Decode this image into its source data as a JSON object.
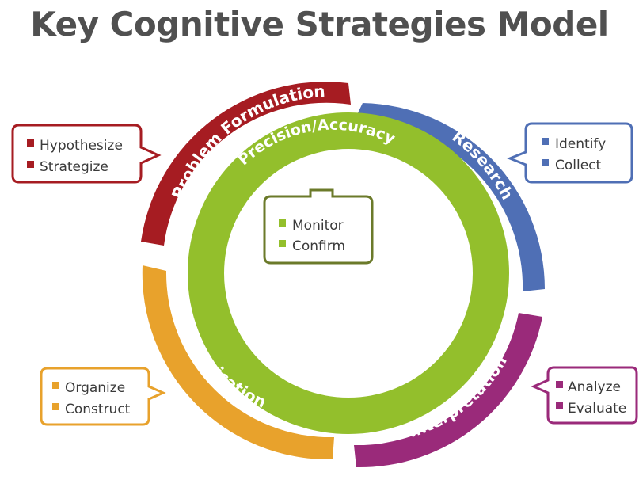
{
  "title": "Key Cognitive Strategies Model",
  "colors": {
    "problem_formulation": "#a61c22",
    "research": "#4f6fb5",
    "interpretation": "#9a2a7a",
    "communication": "#e8a22c",
    "precision": "#93bf2c",
    "text": "#3a3a3a"
  },
  "segments": {
    "problem_formulation": "Problem Formulation",
    "research": "Research",
    "interpretation": "Interpretation",
    "communication": "Communication",
    "precision": "Precision/Accuracy"
  },
  "callouts": {
    "problem_formulation": [
      "Hypothesize",
      "Strategize"
    ],
    "research": [
      "Identify",
      "Collect"
    ],
    "interpretation": [
      "Analyze",
      "Evaluate"
    ],
    "communication": [
      "Organize",
      "Construct"
    ],
    "precision": [
      "Monitor",
      "Confirm"
    ]
  }
}
